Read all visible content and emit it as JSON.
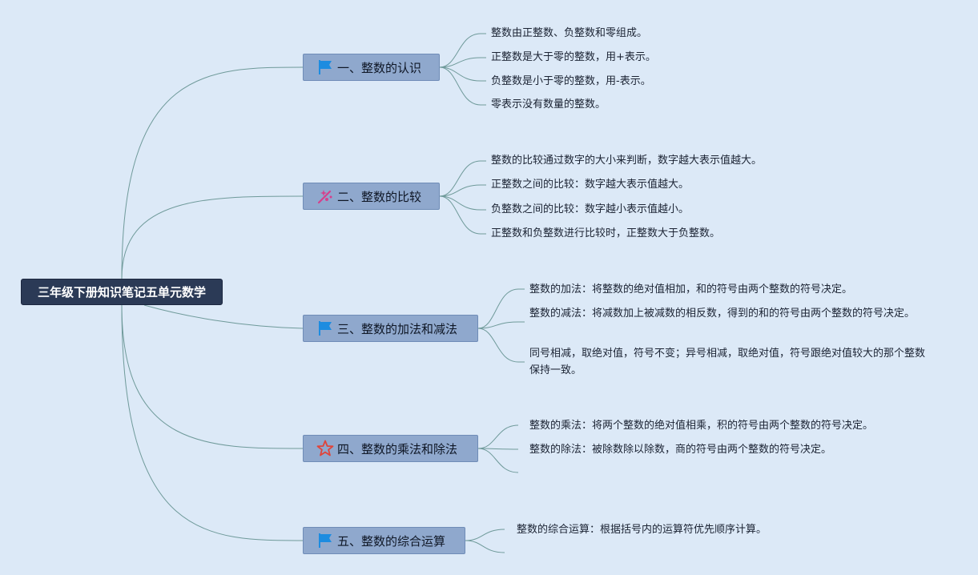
{
  "root": {
    "label": "三年级下册知识笔记五单元数学"
  },
  "colors": {
    "background": "#dce9f7",
    "root_fill": "#2b3a56",
    "branch_fill": "#8fa8cd",
    "link": "#6f9a9a",
    "flag_blue": "#1d8ce0",
    "star_red": "#e0443a",
    "sparkle_pink": "#d6408c"
  },
  "branches": [
    {
      "label": "一、整数的认识",
      "icon": "flag-icon",
      "leaves": [
        "整数由正整数、负整数和零组成。",
        "正整数是大于零的整数，用+表示。",
        "负整数是小于零的整数，用-表示。",
        "零表示没有数量的整数。"
      ]
    },
    {
      "label": "二、整数的比较",
      "icon": "sparkle-icon",
      "leaves": [
        "整数的比较通过数字的大小来判断，数字越大表示值越大。",
        "正整数之间的比较：数字越大表示值越大。",
        "负整数之间的比较：数字越小表示值越小。",
        "正整数和负整数进行比较时，正整数大于负整数。"
      ]
    },
    {
      "label": "三、整数的加法和减法",
      "icon": "flag-icon",
      "leaves": [
        "整数的加法：将整数的绝对值相加，和的符号由两个整数的符号决定。",
        "整数的减法：将减数加上被减数的相反数，得到的和的符号由两个整数的符号决定。",
        "同号相减，取绝对值，符号不变；异号相减，取绝对值，符号跟绝对值较大的那个整数保持一致。"
      ]
    },
    {
      "label": "四、整数的乘法和除法",
      "icon": "star-icon",
      "leaves": [
        "整数的乘法：将两个整数的绝对值相乘，积的符号由两个整数的符号决定。",
        "整数的除法：被除数除以除数，商的符号由两个整数的符号决定。"
      ]
    },
    {
      "label": "五、整数的综合运算",
      "icon": "flag-icon",
      "leaves": [
        "整数的综合运算：根据括号内的运算符优先顺序计算。"
      ]
    }
  ]
}
